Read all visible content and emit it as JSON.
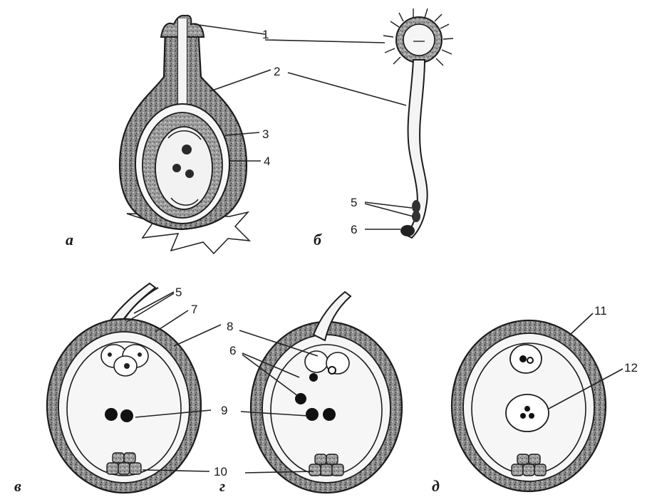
{
  "callouts": {
    "n1": "1",
    "n2": "2",
    "n3": "3",
    "n4": "4",
    "n5_b": "5",
    "n6_b": "6",
    "n5_v": "5",
    "n7": "7",
    "n8": "8",
    "n6_g": "6",
    "n9": "9",
    "n10": "10",
    "n11": "11",
    "n12": "12"
  },
  "panels": {
    "a": "а",
    "b": "б",
    "v": "в",
    "g": "г",
    "d": "д"
  }
}
